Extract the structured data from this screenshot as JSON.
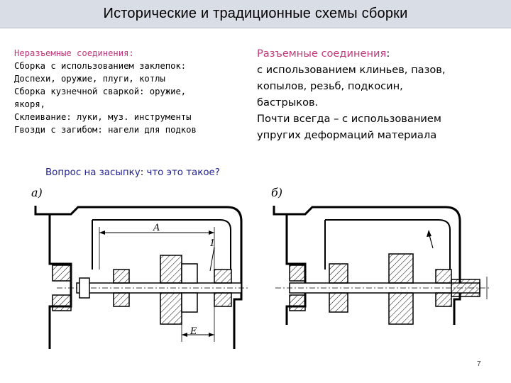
{
  "slide": {
    "title": "Исторические и традиционные схемы сборки",
    "page_number": "7"
  },
  "left_column": {
    "heading": "Неразъемные соединения:",
    "lines": [
      "Сборка с использованием заклепок:",
      "Доспехи, оружие, плуги, котлы",
      "Сборка кузнечной сваркой: оружие,",
      "якоря,",
      "Склеивание: луки, муз. инструменты",
      "Гвозди с загибом: нагели для подков"
    ]
  },
  "right_column": {
    "heading_accent": "Разъемные соединения",
    "heading_suffix": ":",
    "lines": [
      "с использованием клиньев, пазов,",
      "копылов, резьб, подкосин,",
      "бастрыков.",
      "Почти всегда – с использованием",
      "упругих деформаций материала"
    ]
  },
  "question": {
    "text_before": "Вопрос на засыпку",
    "colon": ":",
    "text_after": " что это такое?"
  },
  "drawings": {
    "left_label": "а)",
    "right_label": "б)",
    "dimension_a": "A",
    "dimension_e": "E",
    "callout_1": "1"
  }
}
